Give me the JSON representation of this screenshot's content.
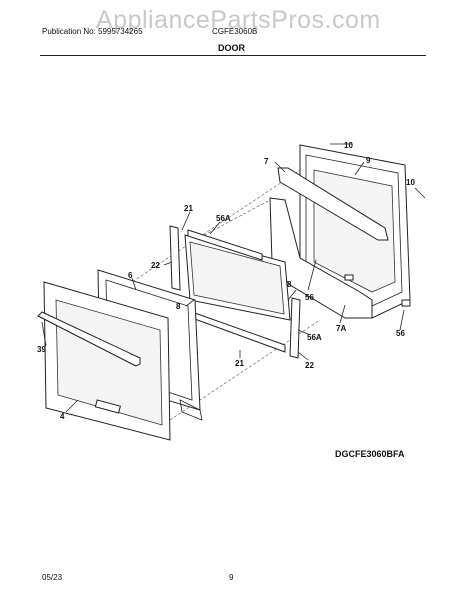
{
  "header": {
    "watermark": "AppliancePartsPros.com",
    "publication": "Publication No: 5995734265",
    "model": "CGFE3060B",
    "section_title": "DOOR"
  },
  "diagram": {
    "code": "DGCFE3060BFA",
    "callouts": {
      "c10a": "10",
      "c9": "9",
      "c7": "7",
      "c10b": "10",
      "c21a": "21",
      "c56Aa": "56A",
      "c22a": "22",
      "c6": "6",
      "c8a": "8",
      "c8b": "8",
      "c56a": "56",
      "c7A": "7A",
      "c56b": "56",
      "c39": "39",
      "c56Ab": "56A",
      "c21b": "21",
      "c22b": "22",
      "c4": "4"
    }
  },
  "footer": {
    "date": "05/23",
    "page": "9"
  }
}
